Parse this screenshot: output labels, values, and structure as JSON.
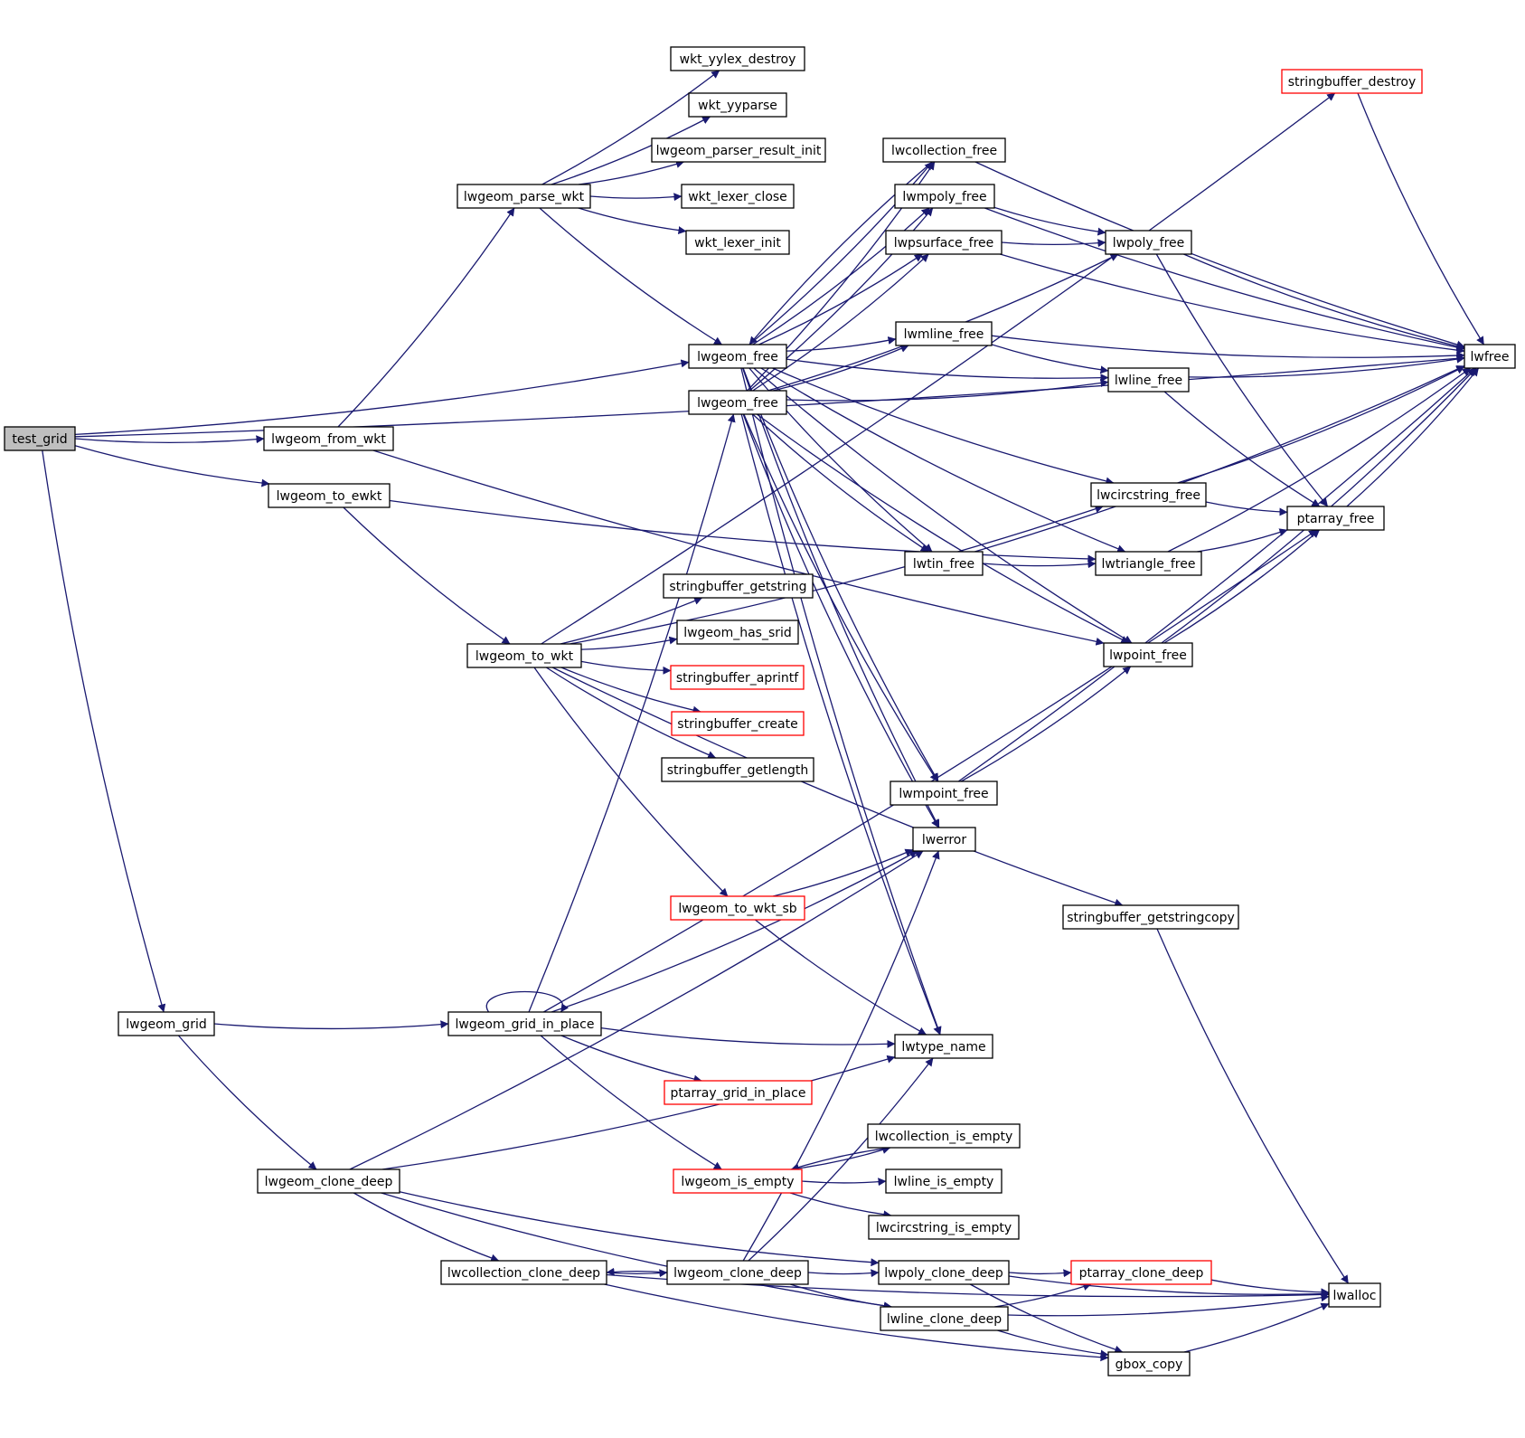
{
  "graph": {
    "edge_color": "#191970",
    "node_border": "#000000",
    "highlight_border": "#ff0000",
    "root_fill": "#bfbfbf",
    "node_fill": "#ffffff",
    "nodes": [
      {
        "id": "test_grid",
        "label": "test_grid",
        "style": "root"
      },
      {
        "id": "lwgeom_from_wkt",
        "label": "lwgeom_from_wkt",
        "style": "normal"
      },
      {
        "id": "lwgeom_to_ewkt",
        "label": "lwgeom_to_ewkt",
        "style": "normal"
      },
      {
        "id": "lwgeom_grid",
        "label": "lwgeom_grid",
        "style": "normal"
      },
      {
        "id": "lwgeom_parse_wkt",
        "label": "lwgeom_parse_wkt",
        "style": "normal"
      },
      {
        "id": "lwgeom_to_wkt",
        "label": "lwgeom_to_wkt",
        "style": "normal"
      },
      {
        "id": "lwgeom_grid_in_place",
        "label": "lwgeom_grid_in_place",
        "style": "normal"
      },
      {
        "id": "lwgeom_clone_deep_1",
        "label": "lwgeom_clone_deep",
        "style": "normal"
      },
      {
        "id": "wkt_yylex_destroy",
        "label": "wkt_yylex_destroy",
        "style": "normal"
      },
      {
        "id": "wkt_yyparse",
        "label": "wkt_yyparse",
        "style": "normal"
      },
      {
        "id": "lwgeom_parser_result_init",
        "label": "lwgeom_parser_result_init",
        "style": "normal"
      },
      {
        "id": "wkt_lexer_close",
        "label": "wkt_lexer_close",
        "style": "normal"
      },
      {
        "id": "wkt_lexer_init",
        "label": "wkt_lexer_init",
        "style": "normal"
      },
      {
        "id": "lwgeom_free_1",
        "label": "lwgeom_free",
        "style": "normal"
      },
      {
        "id": "lwgeom_free_2",
        "label": "lwgeom_free",
        "style": "normal"
      },
      {
        "id": "stringbuffer_getstring",
        "label": "stringbuffer_getstring",
        "style": "normal"
      },
      {
        "id": "lwgeom_has_srid",
        "label": "lwgeom_has_srid",
        "style": "normal"
      },
      {
        "id": "stringbuffer_aprintf",
        "label": "stringbuffer_aprintf",
        "style": "highlight"
      },
      {
        "id": "stringbuffer_create",
        "label": "stringbuffer_create",
        "style": "highlight"
      },
      {
        "id": "stringbuffer_getlength",
        "label": "stringbuffer_getlength",
        "style": "normal"
      },
      {
        "id": "lwgeom_to_wkt_sb",
        "label": "lwgeom_to_wkt_sb",
        "style": "highlight"
      },
      {
        "id": "ptarray_grid_in_place",
        "label": "ptarray_grid_in_place",
        "style": "highlight"
      },
      {
        "id": "lwgeom_is_empty",
        "label": "lwgeom_is_empty",
        "style": "highlight"
      },
      {
        "id": "lwcollection_clone_deep",
        "label": "lwcollection_clone_deep",
        "style": "normal"
      },
      {
        "id": "lwgeom_clone_deep_2",
        "label": "lwgeom_clone_deep",
        "style": "normal"
      },
      {
        "id": "lwcollection_free",
        "label": "lwcollection_free",
        "style": "normal"
      },
      {
        "id": "lwmpoly_free",
        "label": "lwmpoly_free",
        "style": "normal"
      },
      {
        "id": "lwpsurface_free",
        "label": "lwpsurface_free",
        "style": "normal"
      },
      {
        "id": "lwmline_free",
        "label": "lwmline_free",
        "style": "normal"
      },
      {
        "id": "lwtin_free",
        "label": "lwtin_free",
        "style": "normal"
      },
      {
        "id": "lwmpoint_free",
        "label": "lwmpoint_free",
        "style": "normal"
      },
      {
        "id": "lwerror",
        "label": "lwerror",
        "style": "normal"
      },
      {
        "id": "lwtype_name",
        "label": "lwtype_name",
        "style": "normal"
      },
      {
        "id": "lwcollection_is_empty",
        "label": "lwcollection_is_empty",
        "style": "normal"
      },
      {
        "id": "lwline_is_empty",
        "label": "lwline_is_empty",
        "style": "normal"
      },
      {
        "id": "lwcircstring_is_empty",
        "label": "lwcircstring_is_empty",
        "style": "normal"
      },
      {
        "id": "lwpoly_clone_deep",
        "label": "lwpoly_clone_deep",
        "style": "normal"
      },
      {
        "id": "lwline_clone_deep",
        "label": "lwline_clone_deep",
        "style": "normal"
      },
      {
        "id": "stringbuffer_destroy",
        "label": "stringbuffer_destroy",
        "style": "highlight"
      },
      {
        "id": "lwpoly_free",
        "label": "lwpoly_free",
        "style": "normal"
      },
      {
        "id": "lwline_free",
        "label": "lwline_free",
        "style": "normal"
      },
      {
        "id": "lwcircstring_free",
        "label": "lwcircstring_free",
        "style": "normal"
      },
      {
        "id": "lwtriangle_free",
        "label": "lwtriangle_free",
        "style": "normal"
      },
      {
        "id": "lwpoint_free",
        "label": "lwpoint_free",
        "style": "normal"
      },
      {
        "id": "stringbuffer_getstringcopy",
        "label": "stringbuffer_getstringcopy",
        "style": "normal"
      },
      {
        "id": "ptarray_clone_deep",
        "label": "ptarray_clone_deep",
        "style": "highlight"
      },
      {
        "id": "gbox_copy",
        "label": "gbox_copy",
        "style": "normal"
      },
      {
        "id": "ptarray_free",
        "label": "ptarray_free",
        "style": "normal"
      },
      {
        "id": "lwalloc",
        "label": "lwalloc",
        "style": "normal"
      },
      {
        "id": "lwfree",
        "label": "lwfree",
        "style": "normal"
      }
    ],
    "edges": [
      [
        "test_grid",
        "lwgeom_from_wkt"
      ],
      [
        "test_grid",
        "lwgeom_to_ewkt"
      ],
      [
        "test_grid",
        "lwgeom_grid"
      ],
      [
        "test_grid",
        "lwgeom_free_1"
      ],
      [
        "test_grid",
        "lwfree"
      ],
      [
        "lwgeom_from_wkt",
        "lwgeom_parse_wkt"
      ],
      [
        "lwgeom_from_wkt",
        "lwpoint_free"
      ],
      [
        "lwgeom_to_ewkt",
        "lwgeom_to_wkt"
      ],
      [
        "lwgeom_to_ewkt",
        "lwtriangle_free"
      ],
      [
        "lwgeom_parse_wkt",
        "wkt_yylex_destroy"
      ],
      [
        "lwgeom_parse_wkt",
        "wkt_yyparse"
      ],
      [
        "lwgeom_parse_wkt",
        "lwgeom_parser_result_init"
      ],
      [
        "lwgeom_parse_wkt",
        "wkt_lexer_close"
      ],
      [
        "lwgeom_parse_wkt",
        "wkt_lexer_init"
      ],
      [
        "lwgeom_parse_wkt",
        "lwgeom_free_1"
      ],
      [
        "lwgeom_to_wkt",
        "stringbuffer_getstring"
      ],
      [
        "lwgeom_to_wkt",
        "lwgeom_has_srid"
      ],
      [
        "lwgeom_to_wkt",
        "stringbuffer_aprintf"
      ],
      [
        "lwgeom_to_wkt",
        "stringbuffer_create"
      ],
      [
        "lwgeom_to_wkt",
        "stringbuffer_getlength"
      ],
      [
        "lwgeom_to_wkt",
        "lwgeom_to_wkt_sb"
      ],
      [
        "lwgeom_to_wkt",
        "stringbuffer_getstringcopy"
      ],
      [
        "lwgeom_to_wkt",
        "stringbuffer_destroy"
      ],
      [
        "lwgeom_to_wkt",
        "lwcircstring_free"
      ],
      [
        "lwgeom_to_wkt_sb",
        "lwerror"
      ],
      [
        "lwgeom_to_wkt_sb",
        "lwtype_name"
      ],
      [
        "lwgeom_grid",
        "lwgeom_grid_in_place"
      ],
      [
        "lwgeom_grid",
        "lwgeom_clone_deep_1"
      ],
      [
        "lwgeom_grid_in_place",
        "lwgeom_grid_in_place"
      ],
      [
        "lwgeom_grid_in_place",
        "lwgeom_free_2"
      ],
      [
        "lwgeom_grid_in_place",
        "lwerror"
      ],
      [
        "lwgeom_grid_in_place",
        "lwtype_name"
      ],
      [
        "lwgeom_grid_in_place",
        "ptarray_grid_in_place"
      ],
      [
        "lwgeom_grid_in_place",
        "lwgeom_is_empty"
      ],
      [
        "lwgeom_grid_in_place",
        "ptarray_free"
      ],
      [
        "lwgeom_clone_deep_1",
        "lwerror"
      ],
      [
        "lwgeom_clone_deep_1",
        "lwtype_name"
      ],
      [
        "lwgeom_clone_deep_1",
        "lwcollection_clone_deep"
      ],
      [
        "lwgeom_clone_deep_1",
        "lwpoly_clone_deep"
      ],
      [
        "lwgeom_clone_deep_1",
        "lwline_clone_deep"
      ],
      [
        "lwgeom_is_empty",
        "lwcollection_is_empty"
      ],
      [
        "lwgeom_is_empty",
        "lwline_is_empty"
      ],
      [
        "lwgeom_is_empty",
        "lwcircstring_is_empty"
      ],
      [
        "lwcollection_is_empty",
        "lwgeom_is_empty"
      ],
      [
        "lwcollection_clone_deep",
        "lwgeom_clone_deep_2"
      ],
      [
        "lwcollection_clone_deep",
        "gbox_copy"
      ],
      [
        "lwcollection_clone_deep",
        "lwalloc"
      ],
      [
        "lwgeom_clone_deep_2",
        "lwcollection_clone_deep"
      ],
      [
        "lwgeom_clone_deep_2",
        "lwpoly_clone_deep"
      ],
      [
        "lwgeom_clone_deep_2",
        "lwline_clone_deep"
      ],
      [
        "lwgeom_clone_deep_2",
        "lwerror"
      ],
      [
        "lwgeom_clone_deep_2",
        "lwtype_name"
      ],
      [
        "lwpoly_clone_deep",
        "ptarray_clone_deep"
      ],
      [
        "lwpoly_clone_deep",
        "gbox_copy"
      ],
      [
        "lwpoly_clone_deep",
        "lwalloc"
      ],
      [
        "lwline_clone_deep",
        "ptarray_clone_deep"
      ],
      [
        "lwline_clone_deep",
        "gbox_copy"
      ],
      [
        "lwline_clone_deep",
        "lwalloc"
      ],
      [
        "ptarray_clone_deep",
        "lwalloc"
      ],
      [
        "gbox_copy",
        "lwalloc"
      ],
      [
        "stringbuffer_getstringcopy",
        "lwalloc"
      ],
      [
        "lwgeom_free_1",
        "lwcollection_free"
      ],
      [
        "lwgeom_free_1",
        "lwmpoly_free"
      ],
      [
        "lwgeom_free_1",
        "lwpsurface_free"
      ],
      [
        "lwgeom_free_1",
        "lwmline_free"
      ],
      [
        "lwgeom_free_1",
        "lwline_free"
      ],
      [
        "lwgeom_free_1",
        "lwcircstring_free"
      ],
      [
        "lwgeom_free_1",
        "lwtriangle_free"
      ],
      [
        "lwgeom_free_1",
        "lwtin_free"
      ],
      [
        "lwgeom_free_1",
        "lwpoint_free"
      ],
      [
        "lwgeom_free_1",
        "lwmpoint_free"
      ],
      [
        "lwgeom_free_1",
        "lwerror"
      ],
      [
        "lwgeom_free_1",
        "lwtype_name"
      ],
      [
        "lwgeom_free_2",
        "lwcollection_free"
      ],
      [
        "lwgeom_free_2",
        "lwmpoly_free"
      ],
      [
        "lwgeom_free_2",
        "lwpsurface_free"
      ],
      [
        "lwgeom_free_2",
        "lwmline_free"
      ],
      [
        "lwgeom_free_2",
        "lwpoly_free"
      ],
      [
        "lwgeom_free_2",
        "lwline_free"
      ],
      [
        "lwgeom_free_2",
        "lwtin_free"
      ],
      [
        "lwgeom_free_2",
        "lwpoint_free"
      ],
      [
        "lwgeom_free_2",
        "lwmpoint_free"
      ],
      [
        "lwgeom_free_2",
        "lwerror"
      ],
      [
        "lwgeom_free_2",
        "lwtype_name"
      ],
      [
        "lwcollection_free",
        "lwgeom_free_1"
      ],
      [
        "lwcollection_free",
        "lwfree"
      ],
      [
        "lwmpoly_free",
        "lwpoly_free"
      ],
      [
        "lwmpoly_free",
        "lwfree"
      ],
      [
        "lwpsurface_free",
        "lwpoly_free"
      ],
      [
        "lwpsurface_free",
        "lwfree"
      ],
      [
        "lwmline_free",
        "lwline_free"
      ],
      [
        "lwmline_free",
        "lwfree"
      ],
      [
        "lwtin_free",
        "lwtriangle_free"
      ],
      [
        "lwtin_free",
        "lwfree"
      ],
      [
        "lwmpoint_free",
        "lwpoint_free"
      ],
      [
        "lwmpoint_free",
        "lwfree"
      ],
      [
        "lwpoly_free",
        "ptarray_free"
      ],
      [
        "lwpoly_free",
        "lwfree"
      ],
      [
        "lwline_free",
        "ptarray_free"
      ],
      [
        "lwline_free",
        "lwfree"
      ],
      [
        "lwcircstring_free",
        "ptarray_free"
      ],
      [
        "lwcircstring_free",
        "lwfree"
      ],
      [
        "lwtriangle_free",
        "ptarray_free"
      ],
      [
        "lwtriangle_free",
        "lwfree"
      ],
      [
        "lwpoint_free",
        "ptarray_free"
      ],
      [
        "lwpoint_free",
        "lwfree"
      ],
      [
        "ptarray_free",
        "lwfree"
      ],
      [
        "stringbuffer_destroy",
        "lwfree"
      ]
    ]
  }
}
